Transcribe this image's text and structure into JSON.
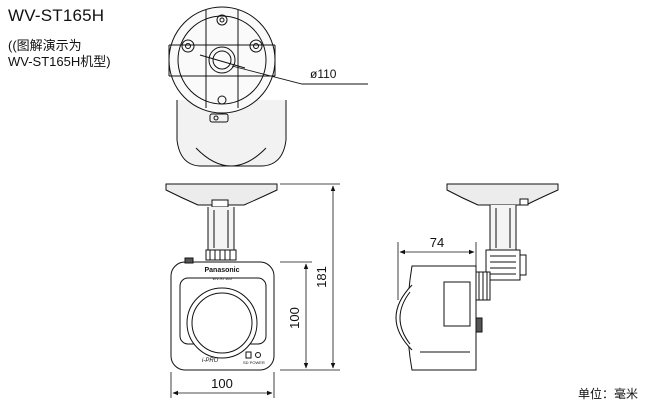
{
  "title": {
    "model": "WV-ST165H",
    "note_line1": "((图解演示为",
    "note_line2": "WV-ST165H机型)"
  },
  "dimensions": {
    "diameter": "ø110",
    "height_total": "181",
    "body_height": "100",
    "body_width": "100",
    "depth": "74"
  },
  "camera_labels": {
    "brand": "Panasonic",
    "model_small": "WV-ST165",
    "series": "i-PRO",
    "status": "SD  POWER"
  },
  "unit_label": "单位：毫米"
}
